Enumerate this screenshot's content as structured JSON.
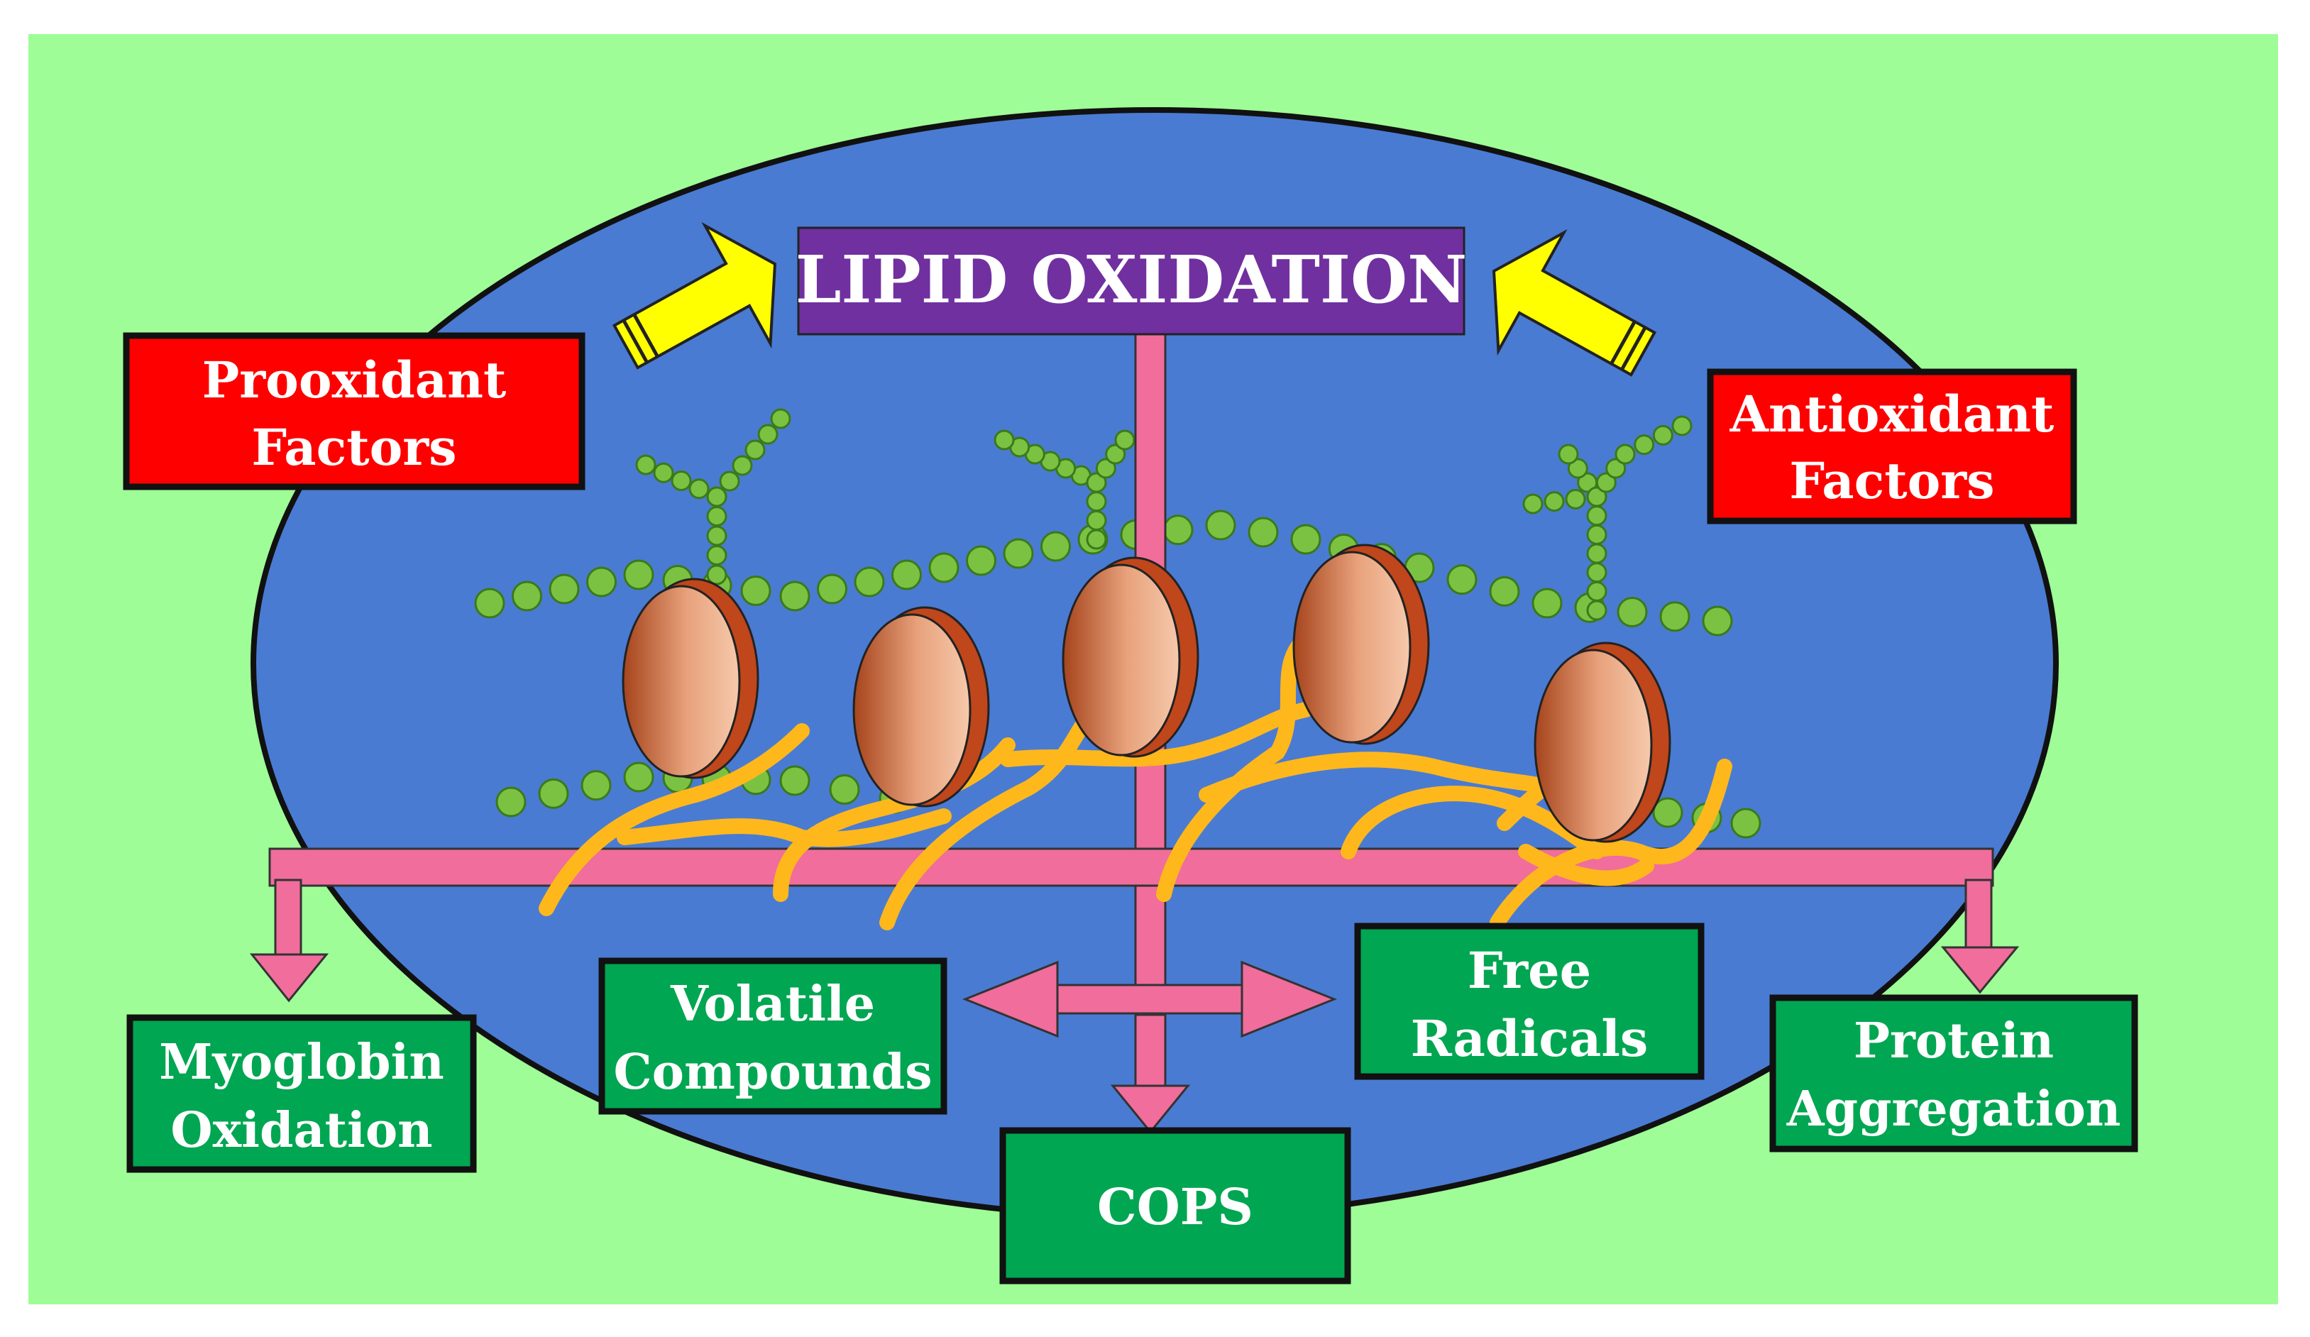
{
  "title": "LIPID OXIDATION",
  "inputs": {
    "prooxidant": [
      "Prooxidant",
      "Factors"
    ],
    "antioxidant": [
      "Antioxidant",
      "Factors"
    ]
  },
  "outputs": {
    "myoglobin": [
      "Myoglobin",
      "Oxidation"
    ],
    "volatile": [
      "Volatile",
      "Compounds"
    ],
    "cops": [
      "COPS"
    ],
    "free_radicals": [
      "Free",
      "Radicals"
    ],
    "protein": [
      "Protein",
      "Aggregation"
    ]
  },
  "colors": {
    "background": "#9ffd97",
    "cell": "#4a7bd2",
    "title_box": "#7030a0",
    "factor_box": "#ff0000",
    "product_box": "#00a651",
    "connector": "#f06d9c",
    "arrow": "#ffff00",
    "bead": "#7cc242",
    "fiber": "#ffb81c",
    "disc": "#c0461b"
  }
}
